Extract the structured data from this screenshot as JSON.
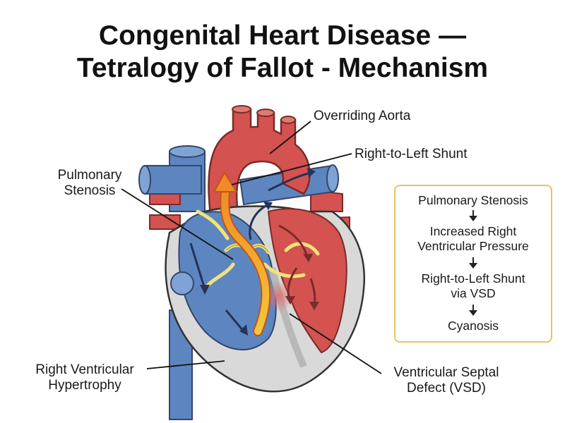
{
  "title": {
    "line1": "Congenital Heart Disease —",
    "line2": "Tetralogy of Fallot - Mechanism"
  },
  "labels": {
    "overriding_aorta": "Overriding Aorta",
    "shunt": "Right-to-Left Shunt",
    "pulmonary_stenosis_line1": "Pulmonary",
    "pulmonary_stenosis_line2": "Stenosis",
    "rvh_line1": "Right Ventricular",
    "rvh_line2": "Hypertrophy",
    "vsd_line1": "Ventricular Septal",
    "vsd_line2": "Defect (VSD)"
  },
  "flow": {
    "step1": "Pulmonary Stenosis",
    "step2_line1": "Increased Right",
    "step2_line2": "Ventricular Pressure",
    "step3_line1": "Right-to-Left Shunt",
    "step3_line2": "via VSD",
    "step4": "Cyanosis"
  },
  "colors": {
    "oxygenated": "#d4524f",
    "deoxygenated": "#5d86c0",
    "myocardium": "#d9d9d9",
    "valves": "#f2e27a",
    "shunt_arrow": "#f5a623",
    "box_border": "#e8c35a"
  }
}
